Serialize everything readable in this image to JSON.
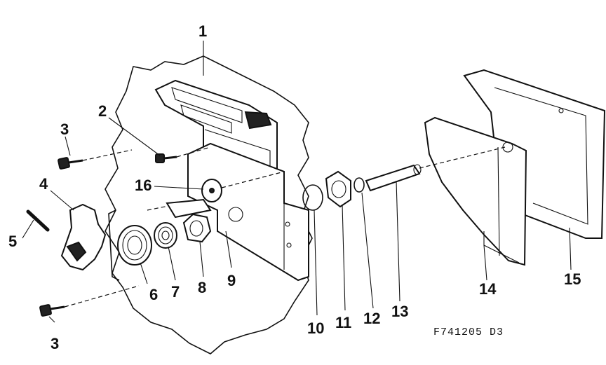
{
  "callouts": {
    "c1": "1",
    "c2": "2",
    "c3a": "3",
    "c3b": "3",
    "c4": "4",
    "c5": "5",
    "c6": "6",
    "c7": "7",
    "c8": "8",
    "c9": "9",
    "c10": "10",
    "c11": "11",
    "c12": "12",
    "c13": "13",
    "c14": "14",
    "c15": "15",
    "c16": "16"
  },
  "drawing_code": "F741205  D3"
}
